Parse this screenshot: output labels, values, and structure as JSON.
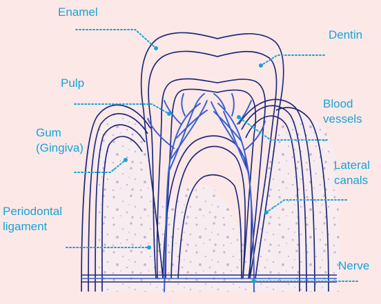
{
  "colors": {
    "background": "#fde8e8",
    "label": "#15a3d6",
    "leader": "#15a3d6",
    "outline": "#1e2a78",
    "vessel": "#3a5fcf",
    "bone_fill": "#f7ecef",
    "bone_dots": "#cbb6d0"
  },
  "labels": {
    "enamel": "Enamel",
    "dentin": "Dentin",
    "pulp": "Pulp",
    "blood_vessels": [
      "Blood",
      "vessels"
    ],
    "gum": [
      "Gum",
      "(Gingiva)"
    ],
    "lateral_canals": [
      "Lateral",
      "canals"
    ],
    "periodontal_ligament": [
      "Periodontal",
      "ligament"
    ],
    "nerve": "Nerve"
  }
}
